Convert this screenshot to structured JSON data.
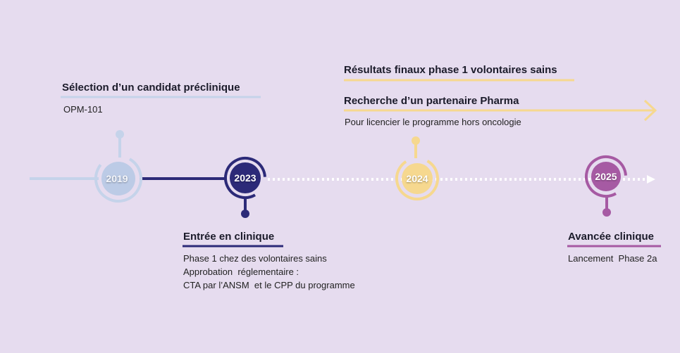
{
  "colors": {
    "background": "#e6dcef",
    "y2019": "#c5d3ea",
    "y2023": "#2c2a78",
    "y2024": "#f6d88f",
    "y2025": "#a65aa3",
    "future_dots": "#ffffff"
  },
  "milestones": {
    "m2019": {
      "year": "2019",
      "title": "Sélection d’un candidat préclinique",
      "lines": [
        "OPM-101"
      ]
    },
    "m2023": {
      "year": "2023",
      "title": "Entrée en clinique",
      "lines": [
        "Phase 1 chez des volontaires sains",
        "Approbation  réglementaire :",
        "CTA par l’ANSM  et le CPP du programme"
      ]
    },
    "m2024": {
      "year": "2024",
      "title_a": "Résultats finaux phase 1 volontaires sains",
      "title_b": "Recherche d’un partenaire Pharma",
      "lines": [
        "Pour licencier le programme hors oncologie"
      ]
    },
    "m2025": {
      "year": "2025",
      "title": "Avancée clinique",
      "lines": [
        "Lancement  Phase 2a"
      ]
    }
  }
}
